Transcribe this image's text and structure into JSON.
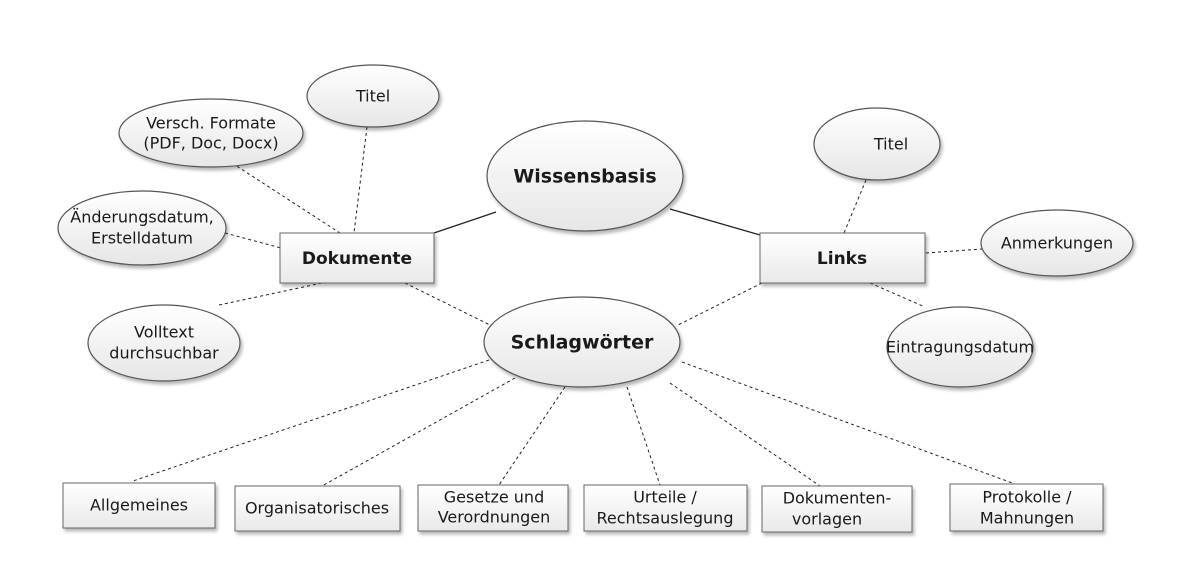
{
  "nodes": {
    "wissensbasis": "Wissensbasis",
    "dokumente": "Dokumente",
    "links": "Links",
    "schlagwoerter": "Schlagwörter",
    "dok_titel": "Titel",
    "formate": [
      "Versch. Formate",
      "(PDF, Doc, Docx)"
    ],
    "datum": [
      "Änderungsdatum,",
      "Erstelldatum"
    ],
    "volltext": [
      "Volltext",
      "durchsuchbar"
    ],
    "links_titel": "Titel",
    "anmerkungen": "Anmerkungen",
    "eintragungsdatum": "Eintragungsdatum",
    "allgemeines": "Allgemeines",
    "organisatorisches": "Organisatorisches",
    "gesetze": [
      "Gesetze und",
      "Verordnungen"
    ],
    "urteile": [
      "Urteile /",
      "Rechtsauslegung"
    ],
    "vorlagen": [
      "Dokumenten-",
      "vorlagen"
    ],
    "protokolle": [
      "Protokolle /",
      "Mahnungen"
    ]
  }
}
